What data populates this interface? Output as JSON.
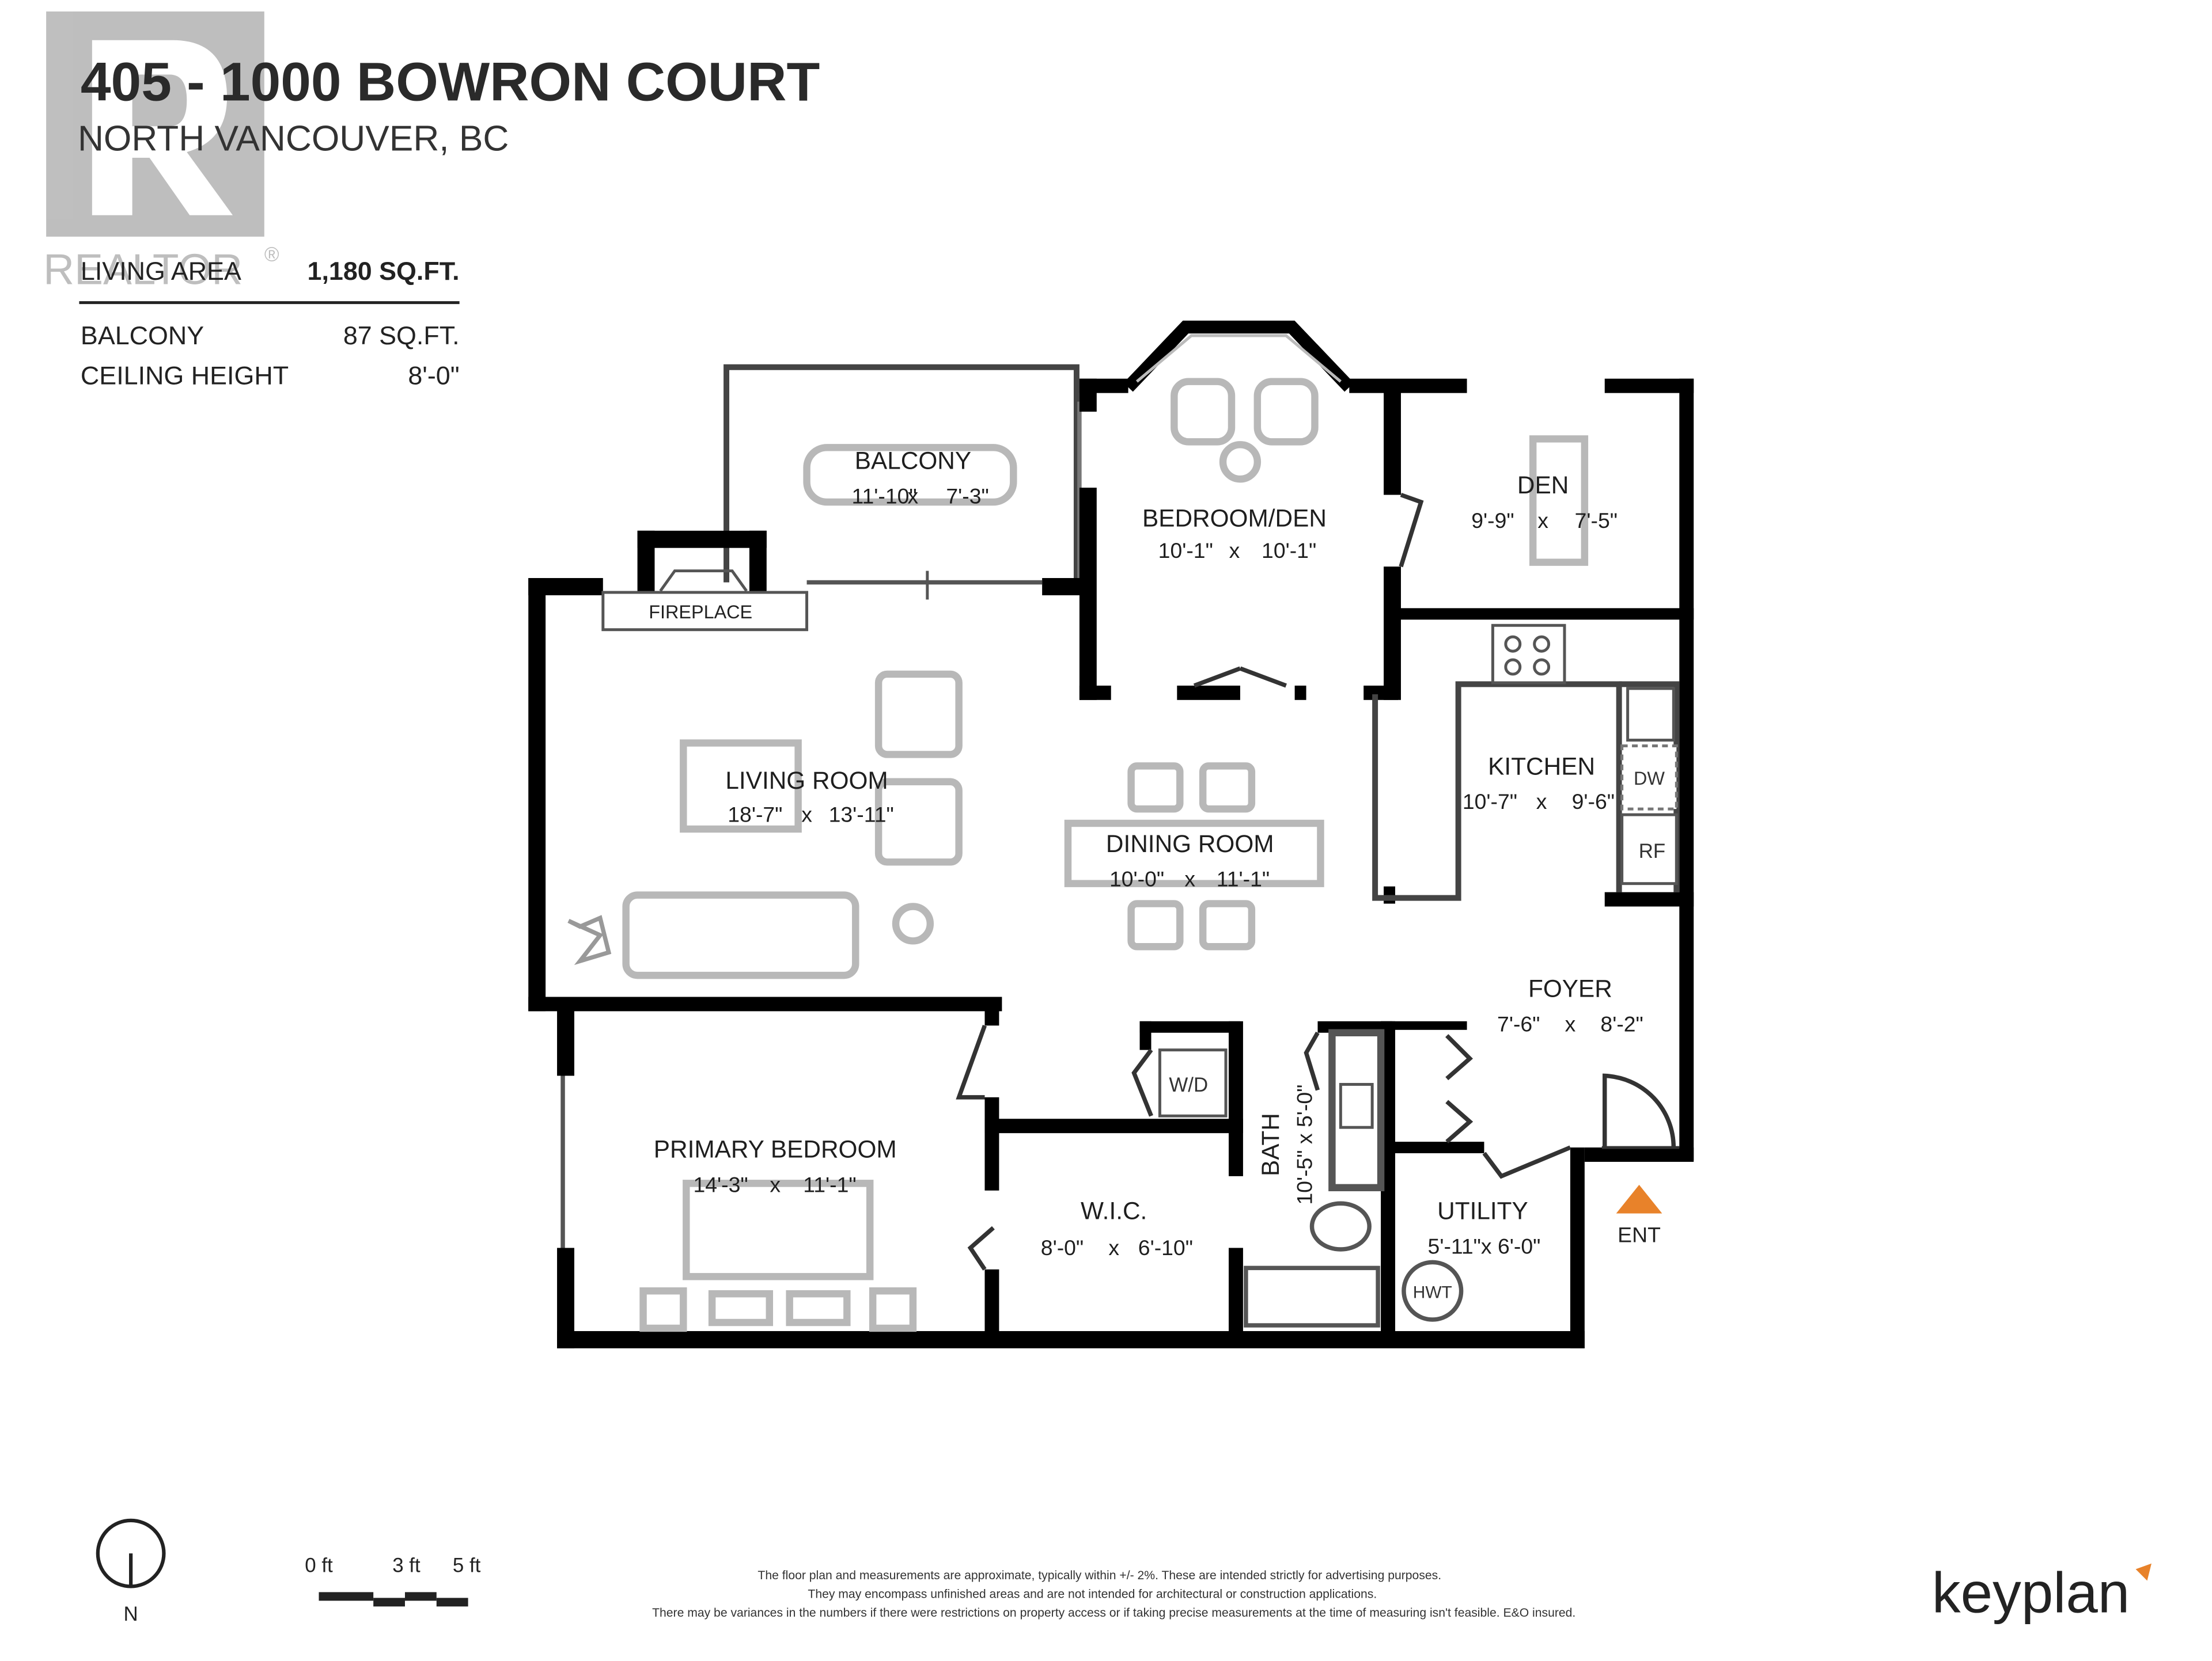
{
  "header": {
    "address": "405 - 1000 BOWRON COURT",
    "city": "NORTH VANCOUVER, BC"
  },
  "stats": [
    {
      "label": "LIVING AREA",
      "value": "1,180 SQ.FT."
    },
    {
      "label": "BALCONY",
      "value": "87 SQ.FT."
    },
    {
      "label": "CEILING HEIGHT",
      "value": "8'-0\""
    }
  ],
  "watermark": {
    "text": "REALTOR",
    "mark": "®"
  },
  "rooms": {
    "balcony": {
      "name": "BALCONY",
      "w": "11'-10\"",
      "x": "x",
      "h": "7'-3\""
    },
    "bedroom_den": {
      "name": "BEDROOM/DEN",
      "w": "10'-1\"",
      "x": "x",
      "h": "10'-1\""
    },
    "den": {
      "name": "DEN",
      "w": "9'-9\"",
      "x": "x",
      "h": "7'-5\""
    },
    "fireplace": {
      "name": "FIREPLACE"
    },
    "living_room": {
      "name": "LIVING ROOM",
      "w": "18'-7\"",
      "x": "x",
      "h": "13'-11\""
    },
    "kitchen": {
      "name": "KITCHEN",
      "w": "10'-7\"",
      "x": "x",
      "h": "9'-6\""
    },
    "dining_room": {
      "name": "DINING ROOM",
      "w": "10'-0\"",
      "x": "x",
      "h": "11'-1\""
    },
    "foyer": {
      "name": "FOYER",
      "w": "7'-6\"",
      "x": "x",
      "h": "8'-2\""
    },
    "primary_bedroom": {
      "name": "PRIMARY BEDROOM",
      "w": "14'-3\"",
      "x": "x",
      "h": "11'-1\""
    },
    "wic": {
      "name": "W.I.C.",
      "w": "8'-0\"",
      "x": "x",
      "h": "6'-10\""
    },
    "bath": {
      "name": "BATH",
      "dims": "10'-5\" x 5'-0\""
    },
    "utility": {
      "name": "UTILITY",
      "dims": "5'-11\"x 6'-0\""
    }
  },
  "appliances": {
    "dw": "DW",
    "rf": "RF",
    "wd": "W/D",
    "hwt": "HWT"
  },
  "entrance": {
    "label": "ENT",
    "color": "#e8822a"
  },
  "compass": {
    "label": "N"
  },
  "scale": {
    "t0": "0 ft",
    "t1": "3 ft",
    "t2": "5 ft"
  },
  "disclaimer": [
    "The floor plan and measurements are approximate, typically within +/- 2%. These are intended strictly for advertising purposes.",
    "They may encompass unfinished areas and are not intended for architectural or construction applications.",
    "There may be variances in the numbers if there were restrictions on property access or if taking precise measurements at the time of measuring isn't feasible. E&O insured."
  ],
  "brand": {
    "name": "keyplan",
    "accent": "#e8822a"
  }
}
